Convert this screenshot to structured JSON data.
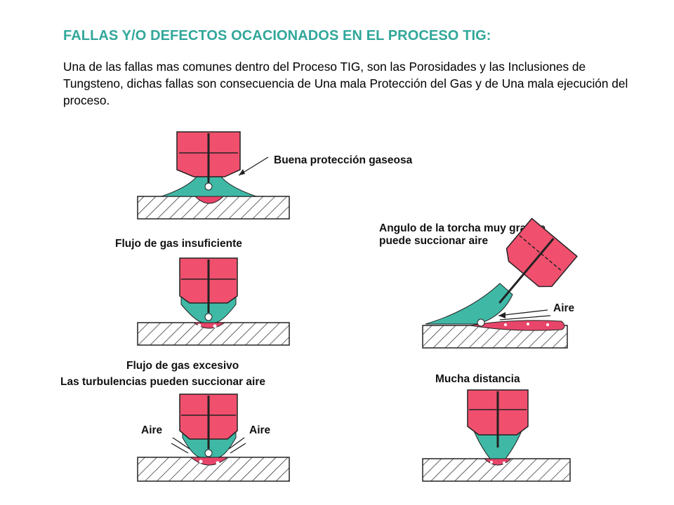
{
  "slide": {
    "title": "FALLAS Y/O DEFECTOS OCACIONADOS EN EL PROCESO TIG:",
    "body": "Una de las fallas mas comunes dentro del Proceso TIG, son las Porosidades y las Inclusiones de Tungsteno, dichas fallas son consecuencia de Una mala Protección del Gas y de Una mala ejecución del proceso."
  },
  "figure": {
    "labels": {
      "good_protection": "Buena protección gaseosa",
      "insufficient_flow": "Flujo de gas insuficiente",
      "excessive_flow_1": "Flujo de gas excesivo",
      "excessive_flow_2": "Las turbulencias pueden succionar aire",
      "air_left": "Aire",
      "air_right": "Aire",
      "angle_1": "Angulo de la torcha muy grande",
      "angle_2": "puede succionar aire",
      "air_angle": "Aire",
      "distance": "Mucha distancia"
    }
  },
  "colors": {
    "title": "#31a79a",
    "nozzle": "#f0506e",
    "gas": "#3fb9a6",
    "weld": "#e8456a",
    "hatch": "#222222"
  }
}
